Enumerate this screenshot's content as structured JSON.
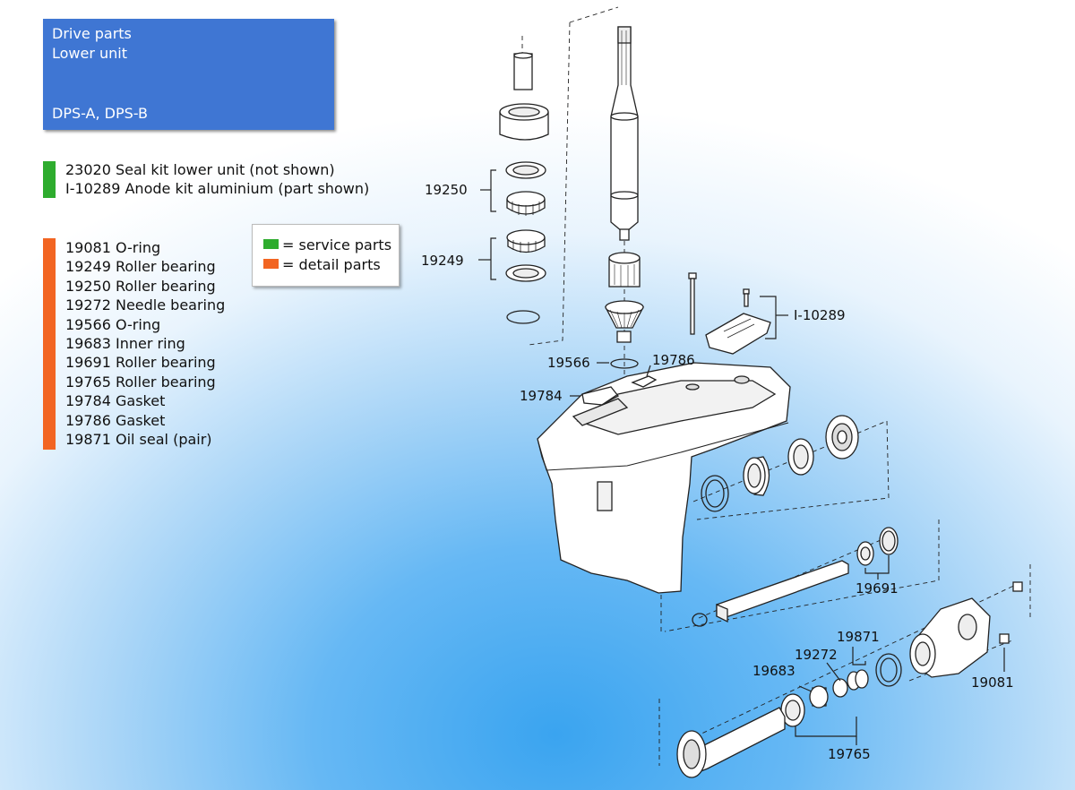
{
  "header": {
    "line1": "Drive parts",
    "line2": "Lower unit",
    "line3": "DPS-A, DPS-B"
  },
  "kits": [
    {
      "label": "23020 Seal kit lower unit (not shown)"
    },
    {
      "label": "I-10289 Anode kit aluminium (part shown)"
    }
  ],
  "parts": [
    {
      "label": "19081 O-ring"
    },
    {
      "label": "19249 Roller bearing"
    },
    {
      "label": "19250 Roller bearing"
    },
    {
      "label": "19272 Needle bearing"
    },
    {
      "label": "19566 O-ring"
    },
    {
      "label": "19683 Inner ring"
    },
    {
      "label": "19691 Roller bearing"
    },
    {
      "label": "19765 Roller bearing"
    },
    {
      "label": "19784 Gasket"
    },
    {
      "label": "19786 Gasket"
    },
    {
      "label": "19871 Oil seal (pair)"
    }
  ],
  "legend": {
    "service": "= service parts",
    "detail": "= detail parts"
  },
  "colors": {
    "service": "#2eac2e",
    "detail": "#f26522",
    "header_bg": "#3f76d3"
  },
  "callouts": {
    "c19250": "19250",
    "c19249": "19249",
    "cI10289": "I-10289",
    "c19566": "19566",
    "c19786": "19786",
    "c19784": "19784",
    "c19691": "19691",
    "c19871": "19871",
    "c19272": "19272",
    "c19683": "19683",
    "c19081": "19081",
    "c19765": "19765"
  }
}
